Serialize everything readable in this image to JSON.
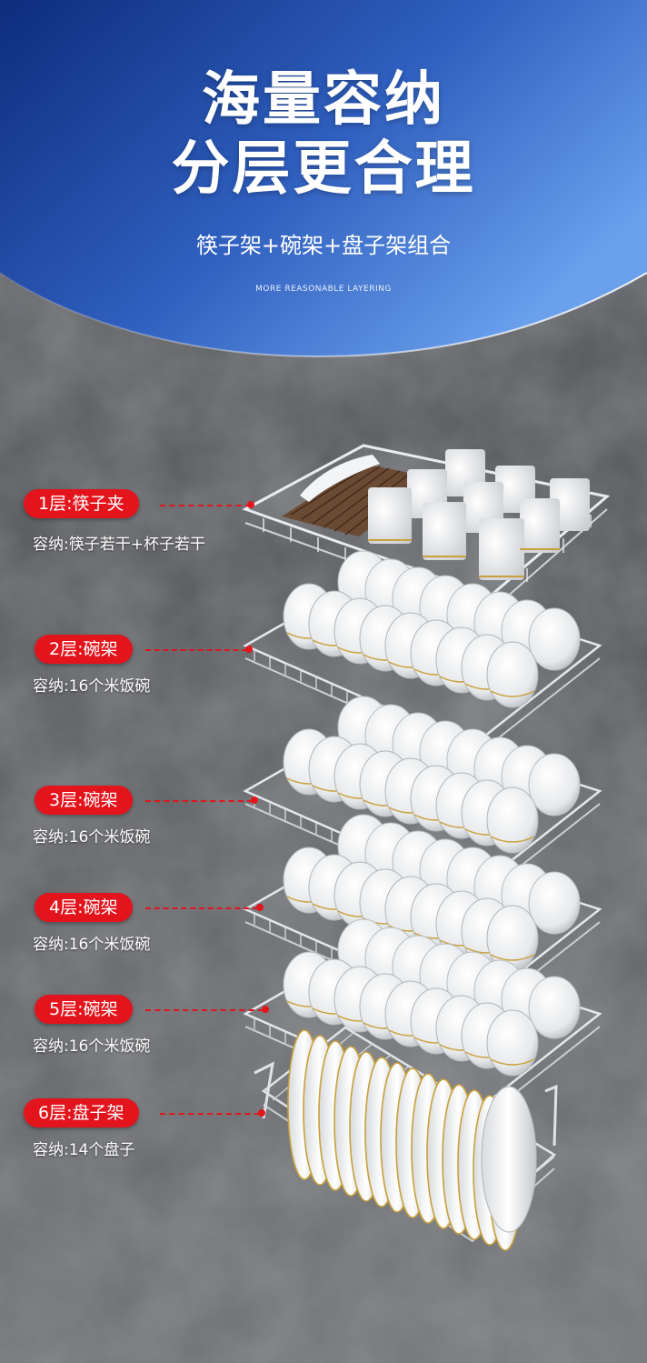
{
  "header": {
    "title_line1": "海量容纳",
    "title_line2": "分层更合理",
    "subtitle": "筷子架+碗架+盘子架组合",
    "english": "MORE REASONABLE LAYERING"
  },
  "colors": {
    "header_gradient_start": "#0d2d7c",
    "header_gradient_end": "#6aa0ec",
    "label_red": "#e4141c"
  },
  "tiers": [
    {
      "label": "1层:筷子夹",
      "capacity": "容纳:筷子若干+杯子若干"
    },
    {
      "label": "2层:碗架",
      "capacity": "容纳:16个米饭碗"
    },
    {
      "label": "3层:碗架",
      "capacity": "容纳:16个米饭碗"
    },
    {
      "label": "4层:碗架",
      "capacity": "容纳:16个米饭碗"
    },
    {
      "label": "5层:碗架",
      "capacity": "容纳:16个米饭碗"
    },
    {
      "label": "6层:盘子架",
      "capacity": "容纳:14个盘子"
    }
  ]
}
